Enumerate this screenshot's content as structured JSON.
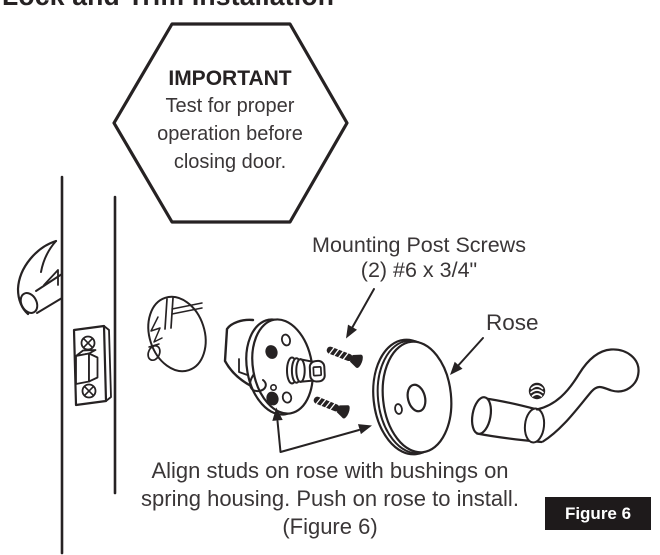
{
  "page": {
    "title": "Lock and Trim Installation",
    "figure_badge": "Figure 6",
    "background": "#ffffff"
  },
  "colors": {
    "ink": "#262223",
    "text": "#3a3637",
    "badge_bg": "#1e1a1b",
    "badge_text": "#ffffff"
  },
  "important_callout": {
    "shape": "hexagon",
    "heading": "IMPORTANT",
    "lines": [
      "Test for proper",
      "operation before",
      "closing door."
    ]
  },
  "labels": {
    "mounting_post_screws": [
      "Mounting Post Screws",
      "(2) #6 x 3/4\""
    ],
    "rose": "Rose",
    "align_instruction": [
      "Align studs on rose with bushings on",
      "spring housing. Push on rose to install.",
      "(Figure 6)"
    ]
  },
  "diagram_parts": [
    "door-edge",
    "interior-lever",
    "latch-faceplate",
    "latch-bolt",
    "latch-screws",
    "lock-chassis",
    "spring-housing",
    "spring-housing-studs",
    "spindle",
    "mounting-post-screws",
    "rose",
    "set-screw",
    "outside-lever",
    "important-hexagon",
    "callout-arrows"
  ]
}
